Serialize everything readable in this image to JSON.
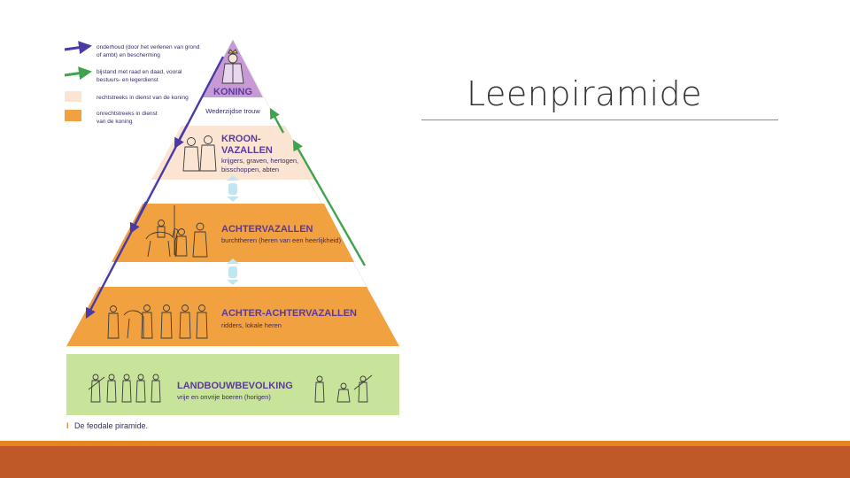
{
  "slide": {
    "title": "Leenpiramide"
  },
  "figure": {
    "caption_marker": "I",
    "caption": "De feodale piramide.",
    "legend": [
      {
        "text_lines": [
          "onderhoud (door het verlenen van grond",
          "of ambt) en bescherming"
        ],
        "color": "#4a3aa8",
        "kind": "arrow"
      },
      {
        "text_lines": [
          "bijstand met raad en daad, vooral",
          "bestuurs- en legerdienst"
        ],
        "color": "#3fa34d",
        "kind": "arrow"
      },
      {
        "text_lines": [
          "rechtstreeks in dienst van de koning"
        ],
        "color": "#fbe5d2",
        "kind": "swatch"
      },
      {
        "text_lines": [
          "onrechtstreeks in dienst",
          "van de koning"
        ],
        "color": "#f2a141",
        "kind": "swatch"
      }
    ],
    "levels": {
      "koning": {
        "title": "KONING",
        "color": "#c79ad6"
      },
      "wederzijdse_trouw": "Wederzijdse trouw",
      "kroonvazallen": {
        "title_lines": [
          "KROON-",
          "VAZALLEN"
        ],
        "sub_lines": [
          "krijgers, graven, hertogen,",
          "bisschoppen, abten"
        ],
        "color": "#fbe5d2"
      },
      "achtervazallen": {
        "title": "ACHTERVAZALLEN",
        "sub": "burchtheren (heren van een heerlijkheid)",
        "color": "#f2a141"
      },
      "achter_achtervazallen": {
        "title": "ACHTER-ACHTERVAZALLEN",
        "sub": "ridders, lokale heren",
        "color": "#f2a141"
      },
      "landbouwbevolking": {
        "title": "LANDBOUWBEVOLKING",
        "sub": "vrije en onvrije boeren (horigen)",
        "color": "#c8e39a"
      }
    },
    "arrow_colors": {
      "purple": "#4a3aa8",
      "green": "#3fa34d",
      "link": "#bfe6f2"
    }
  },
  "colors": {
    "footer_thin": "#e8841e",
    "footer_bar": "#bf5a28",
    "rule": "#8c8c8c"
  }
}
